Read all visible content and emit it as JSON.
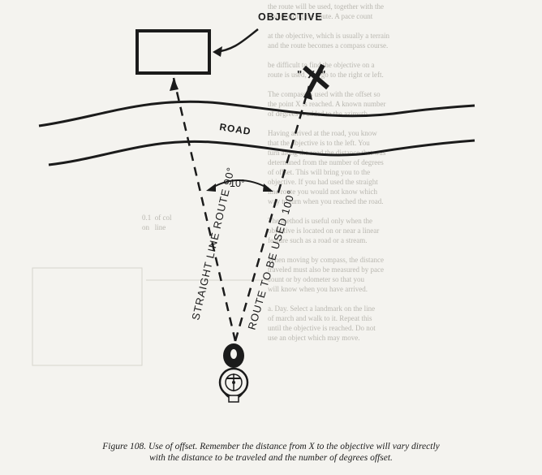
{
  "diagram": {
    "objective_label": "OBJECTIVE",
    "road_label": "ROAD",
    "x_marker_label": "\"  X  \"",
    "angle_label": "10°",
    "left_route_label": "STRAIGHT LINE ROUTE 90°",
    "right_route_label": "ROUTE TO BE USED 100°"
  },
  "caption": {
    "line1": "Figure 108. Use of offset. Remember the distance from X to the objective will vary directly",
    "line2": "with the distance to be traveled and the number of degrees offset."
  },
  "colors": {
    "ink": "#1b1b1b",
    "paper": "#f4f3ef",
    "bleed_through": "#b9b7b0"
  }
}
